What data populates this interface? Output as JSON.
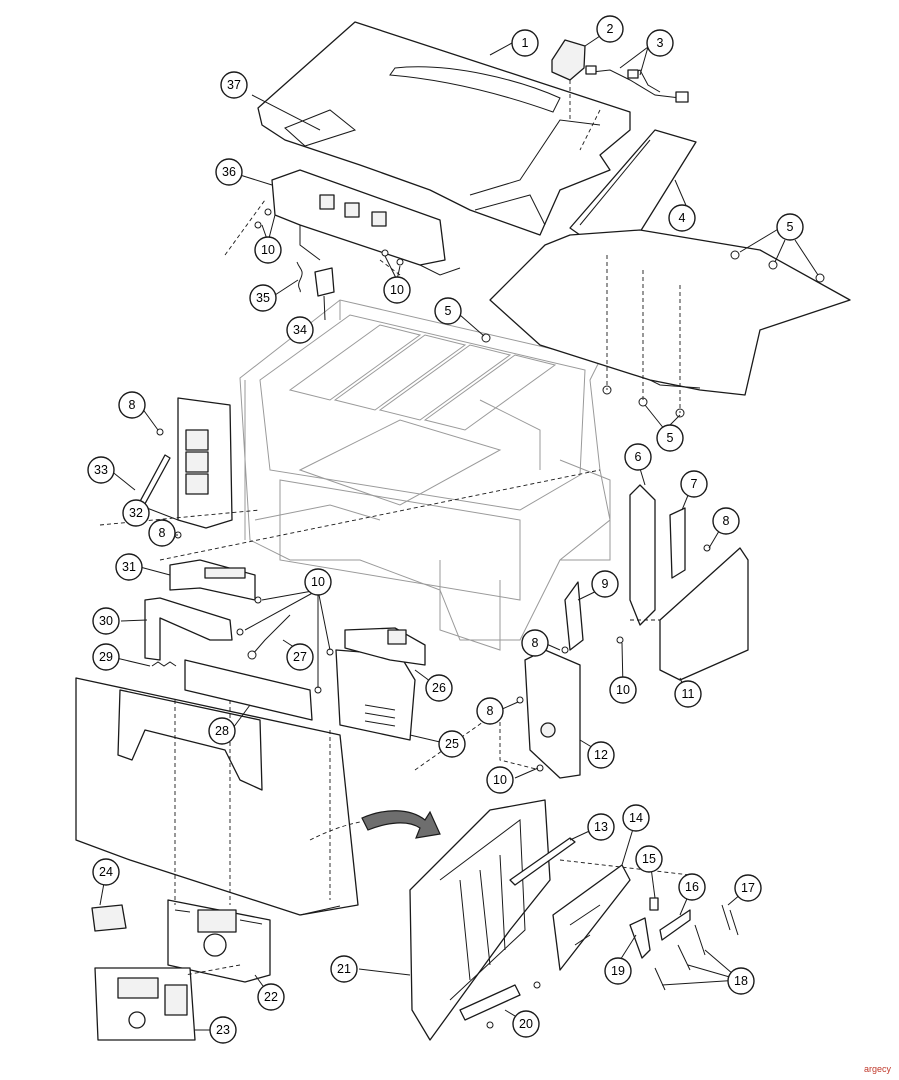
{
  "callouts": [
    {
      "id": "c1",
      "label": "1"
    },
    {
      "id": "c2",
      "label": "2"
    },
    {
      "id": "c3",
      "label": "3"
    },
    {
      "id": "c4",
      "label": "4"
    },
    {
      "id": "c5a",
      "label": "5"
    },
    {
      "id": "c5b",
      "label": "5"
    },
    {
      "id": "c5c",
      "label": "5"
    },
    {
      "id": "c6",
      "label": "6"
    },
    {
      "id": "c7",
      "label": "7"
    },
    {
      "id": "c8a",
      "label": "8"
    },
    {
      "id": "c8b",
      "label": "8"
    },
    {
      "id": "c8c",
      "label": "8"
    },
    {
      "id": "c8d",
      "label": "8"
    },
    {
      "id": "c8e",
      "label": "8"
    },
    {
      "id": "c9",
      "label": "9"
    },
    {
      "id": "c10a",
      "label": "10"
    },
    {
      "id": "c10b",
      "label": "10"
    },
    {
      "id": "c10c",
      "label": "10"
    },
    {
      "id": "c10d",
      "label": "10"
    },
    {
      "id": "c10e",
      "label": "10"
    },
    {
      "id": "c11",
      "label": "11"
    },
    {
      "id": "c12",
      "label": "12"
    },
    {
      "id": "c13",
      "label": "13"
    },
    {
      "id": "c14",
      "label": "14"
    },
    {
      "id": "c15",
      "label": "15"
    },
    {
      "id": "c16",
      "label": "16"
    },
    {
      "id": "c17",
      "label": "17"
    },
    {
      "id": "c18",
      "label": "18"
    },
    {
      "id": "c19",
      "label": "19"
    },
    {
      "id": "c20",
      "label": "20"
    },
    {
      "id": "c21",
      "label": "21"
    },
    {
      "id": "c22",
      "label": "22"
    },
    {
      "id": "c23",
      "label": "23"
    },
    {
      "id": "c24",
      "label": "24"
    },
    {
      "id": "c25",
      "label": "25"
    },
    {
      "id": "c26",
      "label": "26"
    },
    {
      "id": "c27",
      "label": "27"
    },
    {
      "id": "c28",
      "label": "28"
    },
    {
      "id": "c29",
      "label": "29"
    },
    {
      "id": "c30",
      "label": "30"
    },
    {
      "id": "c31",
      "label": "31"
    },
    {
      "id": "c32",
      "label": "32"
    },
    {
      "id": "c33",
      "label": "33"
    },
    {
      "id": "c34",
      "label": "34"
    },
    {
      "id": "c35",
      "label": "35"
    },
    {
      "id": "c36",
      "label": "36"
    },
    {
      "id": "c37",
      "label": "37"
    }
  ],
  "watermark": "argecy"
}
